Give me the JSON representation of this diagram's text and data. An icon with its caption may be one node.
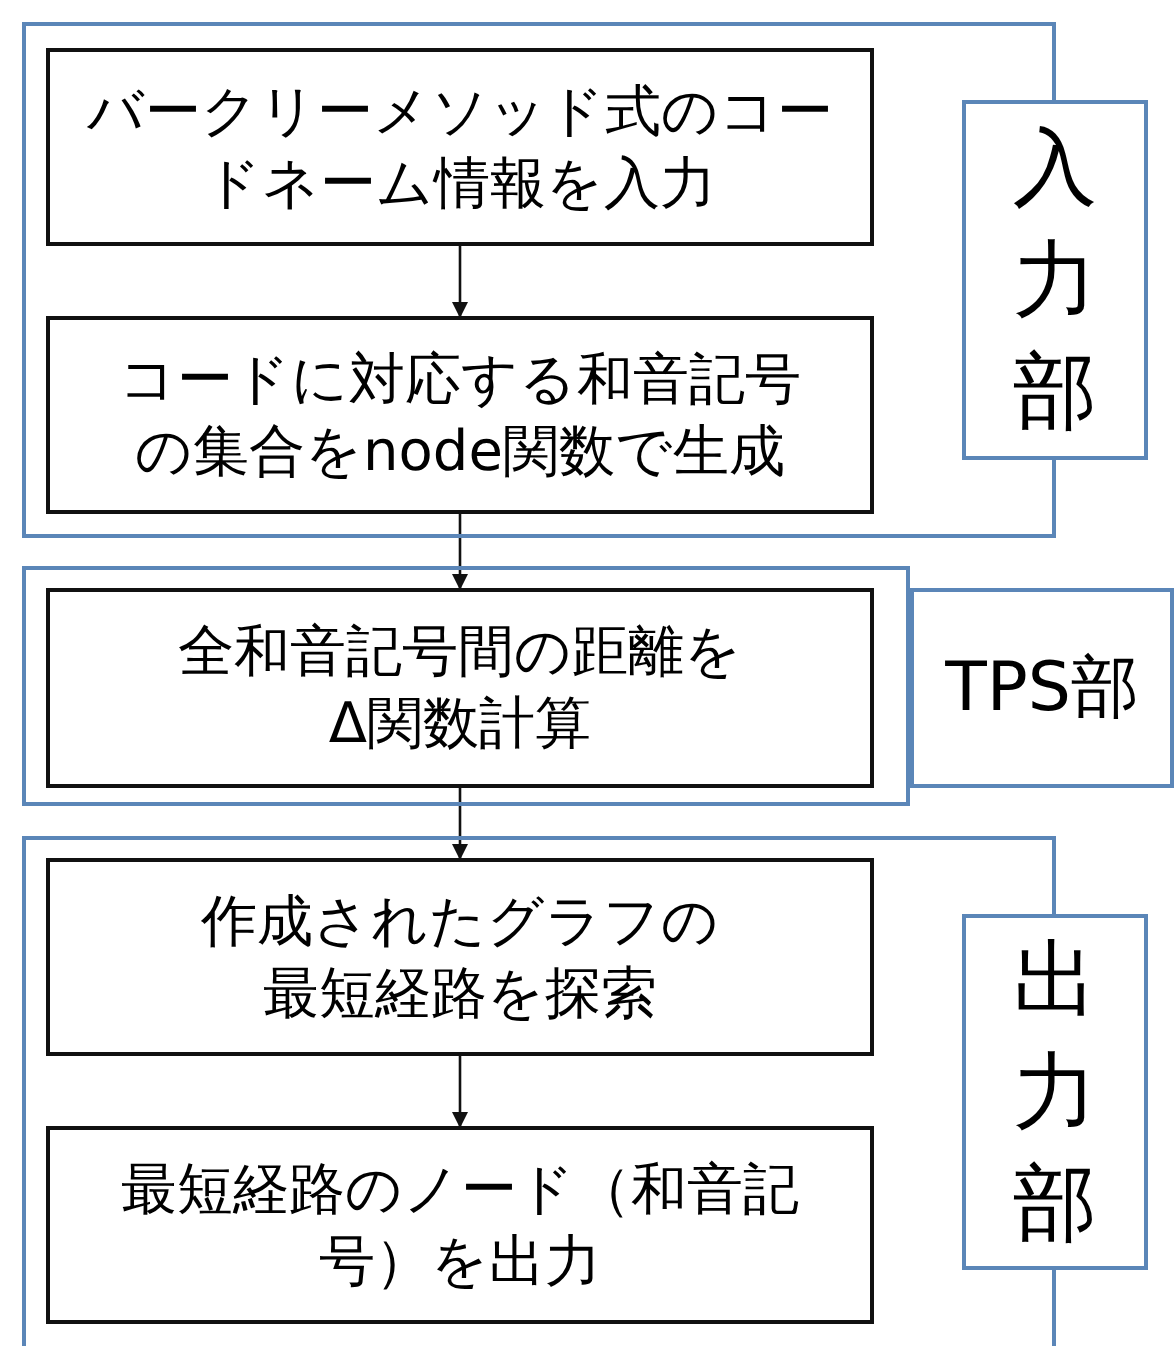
{
  "diagram": {
    "nodes": [
      {
        "text": [],
        "shape": "box"
      },
      {
        "text": [
          "バークリーメソッド式のコードネーム情報を入力"
        ],
        "in": 0
      },
      {
        "text": [
          "コードに対応する和音記号の集合をnode関数で生成"
        ],
        "in": 0
      },
      {
        "text": [
          "入力部"
        ]
      },
      {
        "text": [],
        "shape": "box"
      },
      {
        "text": [
          "全和音記号間の距離をΔ関数計算"
        ],
        "in": 4
      },
      {
        "text": [
          "TPS部"
        ]
      },
      {
        "text": [],
        "shape": "box"
      },
      {
        "text": [
          "作成されたグラフの最短経路を探索"
        ],
        "in": 7
      },
      {
        "text": [
          "最短経路のノード（和音記号）を出力"
        ],
        "in": 7
      },
      {
        "text": [
          "出力部"
        ]
      }
    ],
    "edges": [
      {
        "from": 1,
        "to": 2,
        "arrow": "to"
      },
      {
        "from": 2,
        "to": 5,
        "arrow": "to"
      },
      {
        "from": 5,
        "to": 8,
        "arrow": "to"
      },
      {
        "from": 8,
        "to": 9,
        "arrow": "to"
      }
    ]
  }
}
